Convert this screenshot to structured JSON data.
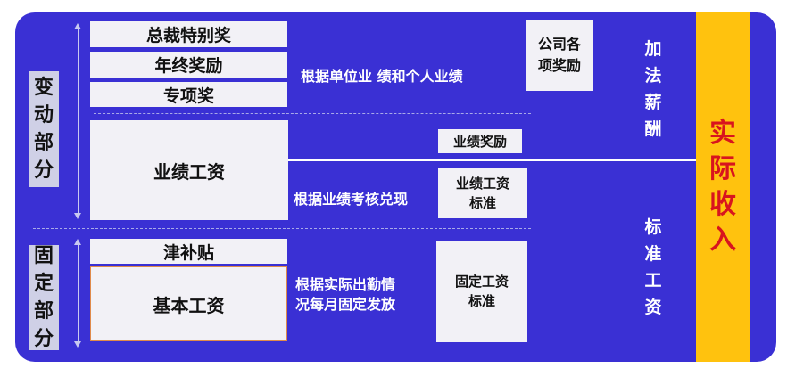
{
  "variable_section": {
    "label": [
      "变",
      "动",
      "部",
      "分"
    ],
    "items": [
      "总裁特别奖",
      "年终奖励",
      "专项奖"
    ],
    "items_note": "根据单位业 绩和个人业绩",
    "company_bonus": [
      "公司各",
      "项奖励"
    ],
    "performance_salary": "业绩工资",
    "performance_bonus": "业绩奖励",
    "performance_note": "根据业绩考核兑现",
    "performance_standard": [
      "业绩工资",
      "标准"
    ]
  },
  "fixed_section": {
    "label": [
      "固",
      "定",
      "部",
      "分"
    ],
    "allowance": "津补贴",
    "base_salary": "基本工资",
    "fixed_note": [
      "根据实际出勤情",
      "况每月固定发放"
    ],
    "fixed_standard": [
      "固定工资",
      "标准"
    ]
  },
  "right_labels": {
    "extra_pay": [
      "加",
      "法",
      "薪",
      "酬"
    ],
    "standard_pay": [
      "标",
      "准",
      "工",
      "资"
    ],
    "actual_income": [
      "实",
      "际",
      "收",
      "入"
    ]
  },
  "colors": {
    "panel": "#3a30d4",
    "box": "#f2f1f6",
    "label_bg": "#cfd0e6",
    "income_bg": "#ffc20e",
    "income_text": "#d8141e"
  }
}
